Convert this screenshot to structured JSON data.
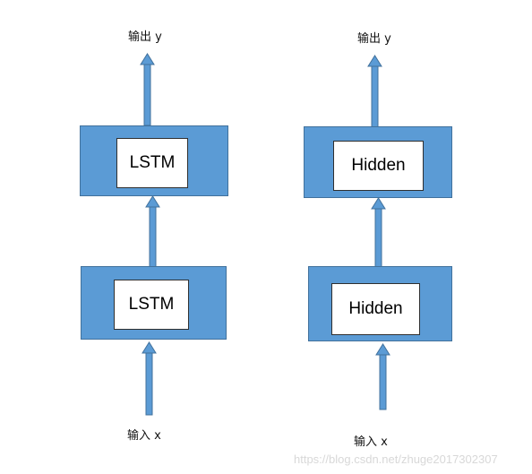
{
  "left": {
    "output_label": "输出 y",
    "top_cell_label": "LSTM",
    "bottom_cell_label": "LSTM",
    "input_label": "输入 x"
  },
  "right": {
    "output_label": "输出 y",
    "top_cell_label": "Hidden",
    "bottom_cell_label": "Hidden",
    "input_label": "输入 x"
  },
  "watermark": "https://blog.csdn.net/zhuge2017302307",
  "colors": {
    "block": "#5b9bd5",
    "block_border": "#41719c",
    "arrow": "#5b9bd5"
  }
}
